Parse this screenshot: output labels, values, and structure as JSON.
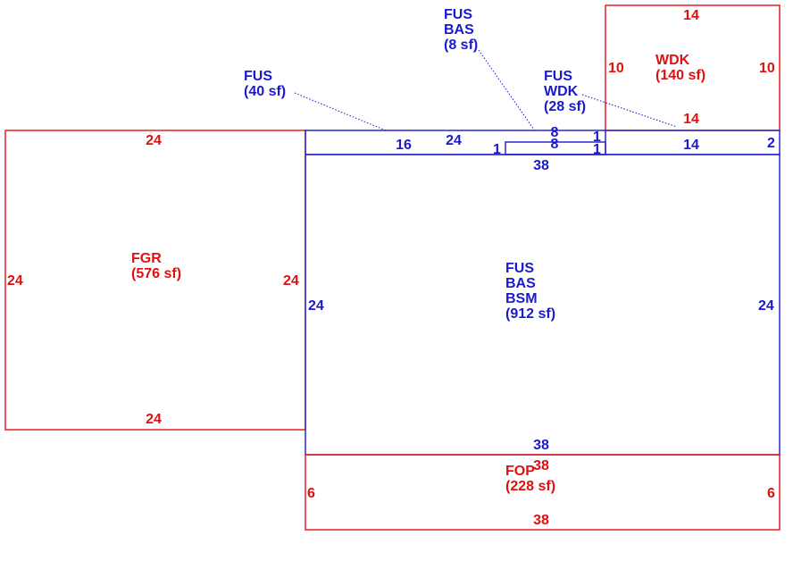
{
  "colors": {
    "red": "#e01010",
    "blue": "#1a1acc",
    "leader": "#1a1acc"
  },
  "areas": {
    "fgr": {
      "lines": [
        "FGR",
        "(576 sf)"
      ],
      "color": "red"
    },
    "main": {
      "lines": [
        "FUS",
        "BAS",
        "BSM",
        "(912 sf)"
      ],
      "color": "blue"
    },
    "fop": {
      "lines": [
        "FOP",
        "(228 sf)"
      ],
      "color": "red"
    },
    "wdk": {
      "lines": [
        "WDK",
        "(140 sf)"
      ],
      "color": "red"
    },
    "fus40": {
      "lines": [
        "FUS",
        "(40 sf)"
      ],
      "color": "blue"
    },
    "fusbas8": {
      "lines": [
        "FUS",
        "BAS",
        "(8 sf)"
      ],
      "color": "blue"
    },
    "fuswdk28": {
      "lines": [
        "FUS",
        "WDK",
        "(28 sf)"
      ],
      "color": "blue"
    }
  },
  "dimensions": {
    "fgr_top": "24",
    "fgr_left": "24",
    "fgr_right": "24",
    "fgr_bottom": "24",
    "main_top": "38",
    "main_left": "24",
    "main_right": "24",
    "main_bottom": "38",
    "fop_top": "38",
    "fop_left": "6",
    "fop_right": "6",
    "fop_bottom": "38",
    "wdk_top": "14",
    "wdk_left": "10",
    "wdk_right": "10",
    "wdk_bottom": "14",
    "strip_top": "24",
    "strip_left_seg": "16",
    "strip_right_seg": "14",
    "strip_right_end": "2",
    "small_top": "8",
    "small_bottom": "8",
    "small_left": "1",
    "small_right_a": "1",
    "small_right_b": "1"
  }
}
